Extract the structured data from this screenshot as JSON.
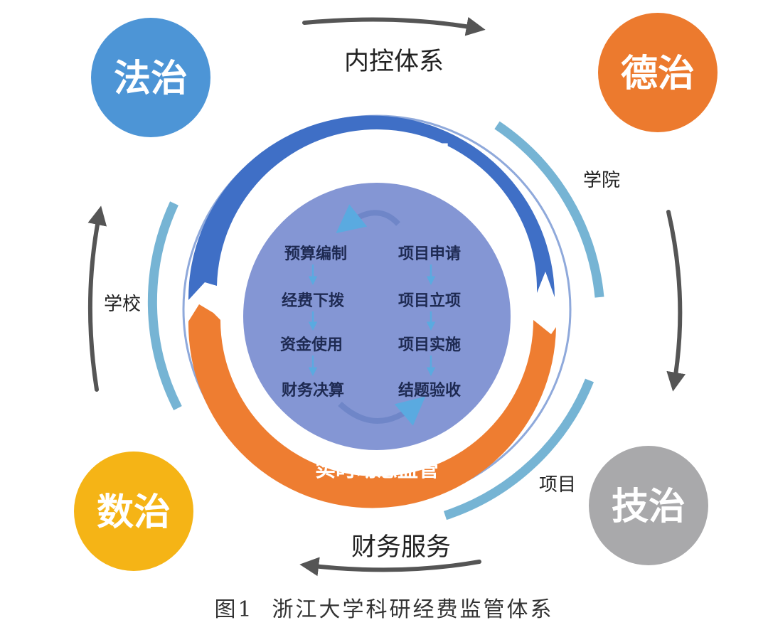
{
  "corners": {
    "fazhi": {
      "label": "法治",
      "color": "#4d95d6"
    },
    "dezhi": {
      "label": "德治",
      "color": "#ec7a2e"
    },
    "shuzhi": {
      "label": "数治",
      "color": "#f5b416"
    },
    "jizhi": {
      "label": "技治",
      "color": "#a9a9ab"
    }
  },
  "outer_labels": {
    "top": "内控体系",
    "bottom": "财务服务",
    "left": "学校",
    "right_top": "学院",
    "right_bottom": "项目"
  },
  "ring": {
    "top_title": "全生命周期管理",
    "bottom_title": "实时动态监管",
    "top_color": "#3f6fc6",
    "bottom_color": "#ee7d31",
    "inner_color": "#8496d4",
    "thin_arc_color": "#76b4d4"
  },
  "inner": {
    "left_steps": [
      "预算编制",
      "经费下拨",
      "资金使用",
      "财务决算"
    ],
    "right_steps": [
      "项目申请",
      "项目立项",
      "项目实施",
      "结题验收"
    ]
  },
  "caption": {
    "figure_number": "图1",
    "title": "浙江大学科研经费监管体系"
  }
}
